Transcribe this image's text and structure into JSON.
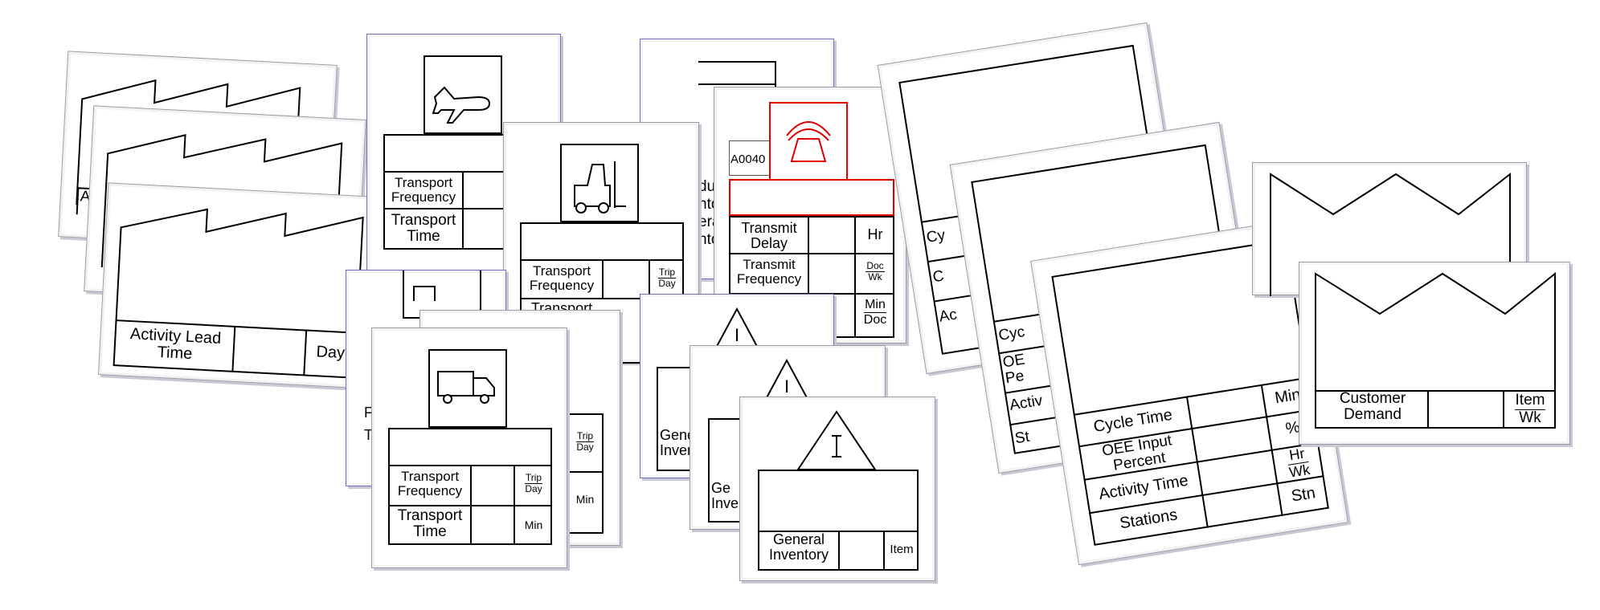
{
  "colors": {
    "accent_red": "#e00000",
    "frame_blue": "#6f6fc0"
  },
  "factory_cards": {
    "back1_label": "A",
    "front": {
      "label": "Activity Lead Time",
      "unit": "Day"
    }
  },
  "plane_card": {
    "icon": "airplane-icon",
    "row1": "Transport Frequency",
    "row2": "Transport Time"
  },
  "forklift_card": {
    "icon": "forklift-icon",
    "row1": "Transport Frequency",
    "row1_unit_num": "Trip",
    "row1_unit_den": "Day",
    "row2_partial": "Transport"
  },
  "production_control_card": {
    "partial_lines": [
      "duc",
      "nto",
      "era",
      "nto"
    ]
  },
  "electronic_card": {
    "id": "A0040",
    "icon": "phone-icon",
    "row1": "Transmit Delay",
    "row1_unit": "Hr",
    "row2": "Transmit Frequency",
    "row2_unit_num": "Doc",
    "row2_unit_den": "Wk",
    "row3_unit_num": "Min",
    "row3_unit_den": "Doc"
  },
  "truck_back": {
    "row1_unit_num": "Trip",
    "row1_unit_den": "Day",
    "row2_unit": "Min",
    "partial_letters": [
      "F",
      "T"
    ]
  },
  "truck_card": {
    "icon": "truck-icon",
    "row1": "Transport Frequency",
    "row1_unit_num": "Trip",
    "row1_unit_den": "Day",
    "row2": "Transport Time",
    "row2_unit": "Min"
  },
  "inventory_cards": {
    "icon": "inventory-triangle-icon",
    "back1_partial": "Gene Inven",
    "back2_partial": "Ge Inve",
    "front": {
      "label": "General Inventory",
      "unit": "Item"
    }
  },
  "process_cards": {
    "back1_partial": [
      "Cy",
      "C",
      "Ac"
    ],
    "back2_partial": [
      "Cyc",
      "OE Pe",
      "Activ",
      "St"
    ],
    "front": {
      "rows": [
        {
          "label": "Cycle Time",
          "unit": "Min"
        },
        {
          "label": "OEE Input Percent",
          "unit": "%"
        },
        {
          "label": "Activity Time",
          "unit_num": "Hr",
          "unit_den": "Wk"
        },
        {
          "label": "Stations",
          "unit": "Stn"
        }
      ]
    }
  },
  "customer_cards": {
    "front": {
      "label": "Customer Demand",
      "unit_num": "Item",
      "unit_den": "Wk"
    }
  }
}
